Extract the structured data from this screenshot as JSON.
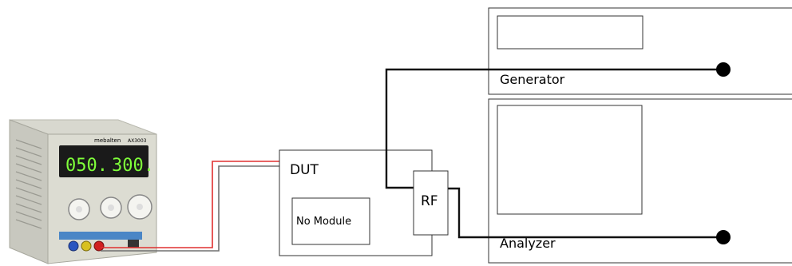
{
  "power_supply": {
    "brand": "mebalten",
    "model": "AX3003",
    "voltage_display": "050.",
    "current_display": "300.",
    "display_color": "#7fff3a"
  },
  "dut": {
    "label": "DUT",
    "module_label": "No Module",
    "rf_label": "RF"
  },
  "generator": {
    "label": "Generator"
  },
  "analyzer": {
    "label": "Analyzer"
  },
  "colors": {
    "wire": "#111111",
    "power_wire_pos": "#e03030",
    "power_wire_neg": "#707070",
    "box_stroke": "#333333"
  }
}
